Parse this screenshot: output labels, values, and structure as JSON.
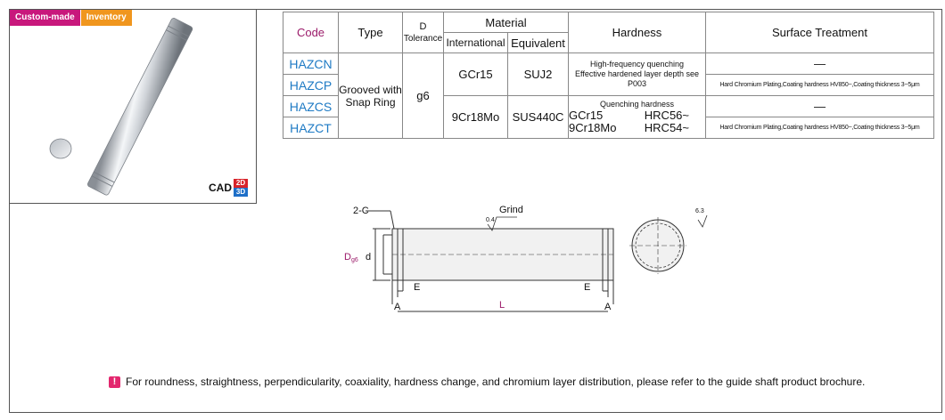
{
  "badges": {
    "custom": "Custom-made",
    "inventory": "Inventory"
  },
  "cad": {
    "label": "CAD",
    "d2": "2D",
    "d3": "3D"
  },
  "table": {
    "headers": {
      "code": "Code",
      "type": "Type",
      "d": "D",
      "tolerance": "Tolerance",
      "material": "Material",
      "international": "International",
      "equivalent": "Equivalent",
      "hardness": "Hardness",
      "surface": "Surface Treatment"
    },
    "codes": [
      "HAZCN",
      "HAZCP",
      "HAZCS",
      "HAZCT"
    ],
    "type": "Grooved with Snap Ring",
    "tolerance": "g6",
    "mat_intl_1": "GCr15",
    "mat_eq_1": "SUJ2",
    "mat_intl_2": "9Cr18Mo",
    "mat_eq_2": "SUS440C",
    "hardness_1_line1": "High-frequency quenching",
    "hardness_1_line2": "Effective hardened layer depth see P003",
    "hardness_1_line3": "Quenching hardness",
    "hardness_2a_mat": "GCr15",
    "hardness_2a_val": "HRC56~",
    "hardness_2b_mat": "9Cr18Mo",
    "hardness_2b_val": "HRC54~",
    "surface_none": "—",
    "surface_chrome": "Hard Chromium Plating,Coating hardness HV850~,Coating thickness 3~5μm"
  },
  "drawing": {
    "chamfer": "2-C",
    "grind": "Grind",
    "grind_ra": "0.4",
    "finish_ra": "6.3",
    "dim_D": "D",
    "dim_D_sub": "g6",
    "dim_d": "d",
    "dim_E": "E",
    "dim_L": "L",
    "dim_A": "A"
  },
  "note": "For roundness, straightness, perpendicularity, coaxiality, hardness change, and chromium layer distribution, please refer to the guide shaft product brochure."
}
